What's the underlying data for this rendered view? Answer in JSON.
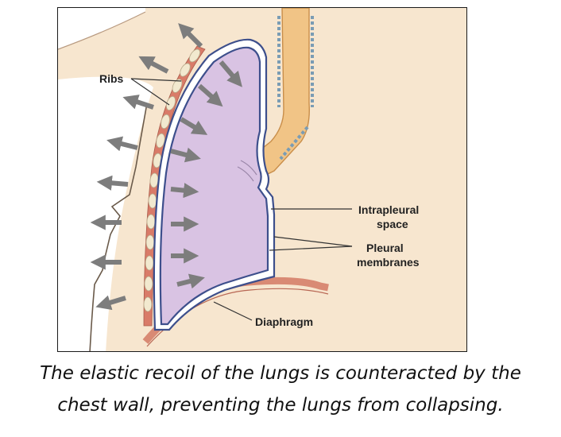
{
  "diagram": {
    "labels": {
      "ribs": "Ribs",
      "intrapleural_line1": "Intrapleural",
      "intrapleural_line2": "space",
      "pleural_line1": "Pleural",
      "pleural_line2": "membranes",
      "diaphragm": "Diaphragm"
    },
    "colors": {
      "chest_tissue": "#f7e6cf",
      "lung": "#d9c3e3",
      "pleura": "#3d4f8c",
      "rib": "#d97b68",
      "cartilage": "#f2e9cf",
      "airway": "#f1c486",
      "arrow": "#7d7d7d"
    }
  },
  "caption": {
    "line1": "The elastic recoil of the lungs is counteracted by the",
    "line2": "chest wall, preventing the lungs from collapsing."
  }
}
